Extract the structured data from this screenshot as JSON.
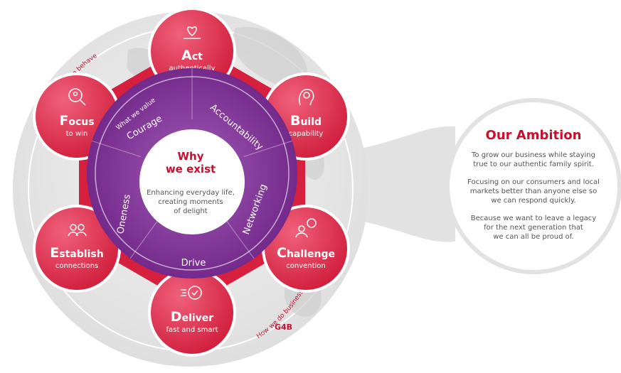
{
  "outer_arc": {
    "how_we_behave": "How we behave",
    "how_we_do_business": "How we do business",
    "g4b": "G4B"
  },
  "behaviours": [
    {
      "initial": "A",
      "rest": "ct",
      "sub": "authentically",
      "icon": "heart-hand-icon"
    },
    {
      "initial": "B",
      "rest": "uild",
      "sub": "capability",
      "icon": "head-gear-icon"
    },
    {
      "initial": "C",
      "rest": "hallenge",
      "sub": "convention",
      "icon": "person-question-icon"
    },
    {
      "initial": "D",
      "rest": "eliver",
      "sub": "fast and smart",
      "icon": "check-motion-icon"
    },
    {
      "initial": "E",
      "rest": "stablish",
      "sub": "connections",
      "icon": "people-connect-icon"
    },
    {
      "initial": "F",
      "rest": "ocus",
      "sub": "to win",
      "icon": "magnifier-person-icon"
    }
  ],
  "values_ring": {
    "label": "What we value",
    "values": [
      "Accountability",
      "Networking",
      "Drive",
      "Oneness",
      "Courage"
    ]
  },
  "center": {
    "title_line1": "Why",
    "title_line2": "we exist",
    "text_line1": "Enhancing everyday life,",
    "text_line2": "creating moments",
    "text_line3": "of delight"
  },
  "ambition": {
    "title": "Our Ambition",
    "p1_line1": "To grow our business while staying",
    "p1_line2": "true to our authentic family spirit.",
    "p2_line1": "Focusing on our consumers and local",
    "p2_line2": "markets better than anyone else so",
    "p2_line3": "we can respond quickly.",
    "p3_line1": "Because we want to leave a legacy",
    "p3_line2": "for the next generation that",
    "p3_line3": "we can all be proud of."
  },
  "colors": {
    "red": "#d9213f",
    "red_dark": "#c8102e",
    "purple": "#7a2a8f",
    "purple_light": "#9b4bb0"
  }
}
